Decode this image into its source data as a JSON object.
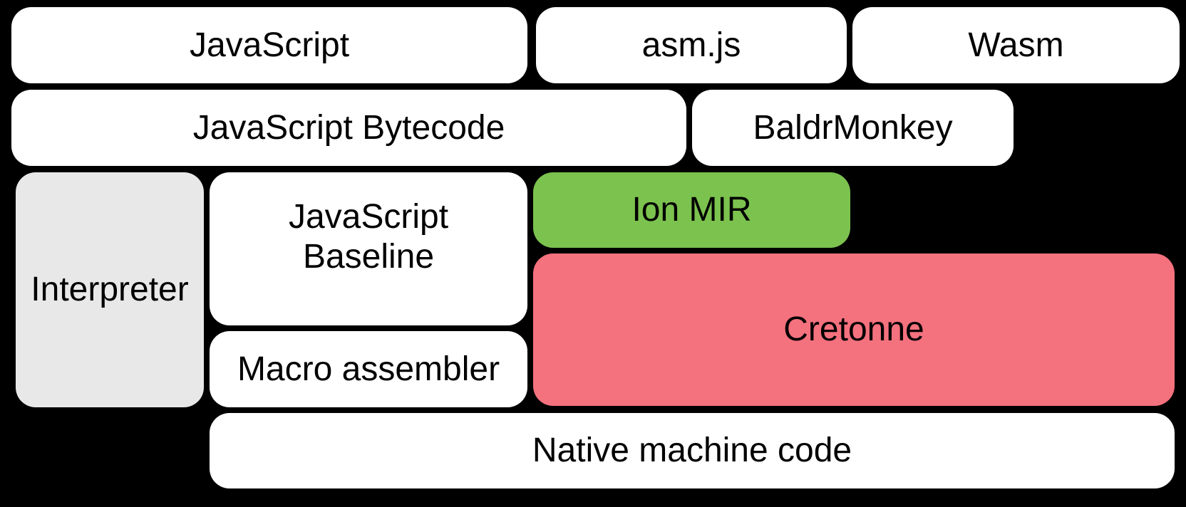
{
  "diagram": {
    "background_color": "#000000",
    "text_color": "#000000",
    "colors": {
      "box_default": "#FFFFFF",
      "interpreter_gray": "#E8E8E8",
      "ion_green": "#7CC24E",
      "cretonne_pink": "#F4717E"
    },
    "nodes": [
      {
        "id": "javascript",
        "label": "JavaScript",
        "color": "#FFFFFF"
      },
      {
        "id": "asm-js",
        "label": "asm.js",
        "color": "#FFFFFF"
      },
      {
        "id": "wasm",
        "label": "Wasm",
        "color": "#FFFFFF"
      },
      {
        "id": "javascript-bytecode",
        "label": "JavaScript Bytecode",
        "color": "#FFFFFF"
      },
      {
        "id": "baldrmonkey",
        "label": "BaldrMonkey",
        "color": "#FFFFFF"
      },
      {
        "id": "interpreter",
        "label": "Interpreter",
        "color": "#E8E8E8"
      },
      {
        "id": "javascript-baseline",
        "label": "JavaScript\nBaseline",
        "color": "#FFFFFF"
      },
      {
        "id": "ion-mir",
        "label": "Ion MIR",
        "color": "#7CC24E"
      },
      {
        "id": "cretonne",
        "label": "Cretonne",
        "color": "#F4717E"
      },
      {
        "id": "macro-assembler",
        "label": "Macro assembler",
        "color": "#FFFFFF"
      },
      {
        "id": "native-machine-code",
        "label": "Native machine code",
        "color": "#FFFFFF"
      }
    ]
  }
}
